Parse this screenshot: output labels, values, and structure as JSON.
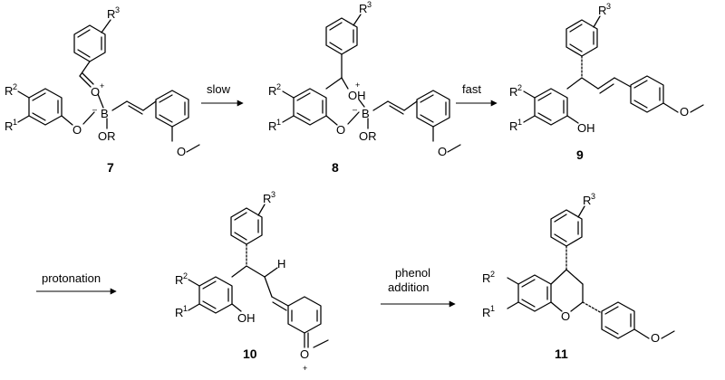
{
  "compounds": {
    "c7": "7",
    "c8": "8",
    "c9": "9",
    "c10": "10",
    "c11": "11"
  },
  "arrows": {
    "a1": "slow",
    "a2": "fast",
    "a3": "protonation",
    "a4_line1": "phenol",
    "a4_line2": "addition"
  },
  "atoms": {
    "R": "R",
    "s1": "1",
    "s2": "2",
    "s3": "3",
    "O": "O",
    "OH": "OH",
    "OR": "OR",
    "B": "B",
    "H": "H",
    "plus": "+",
    "minus": "–"
  }
}
